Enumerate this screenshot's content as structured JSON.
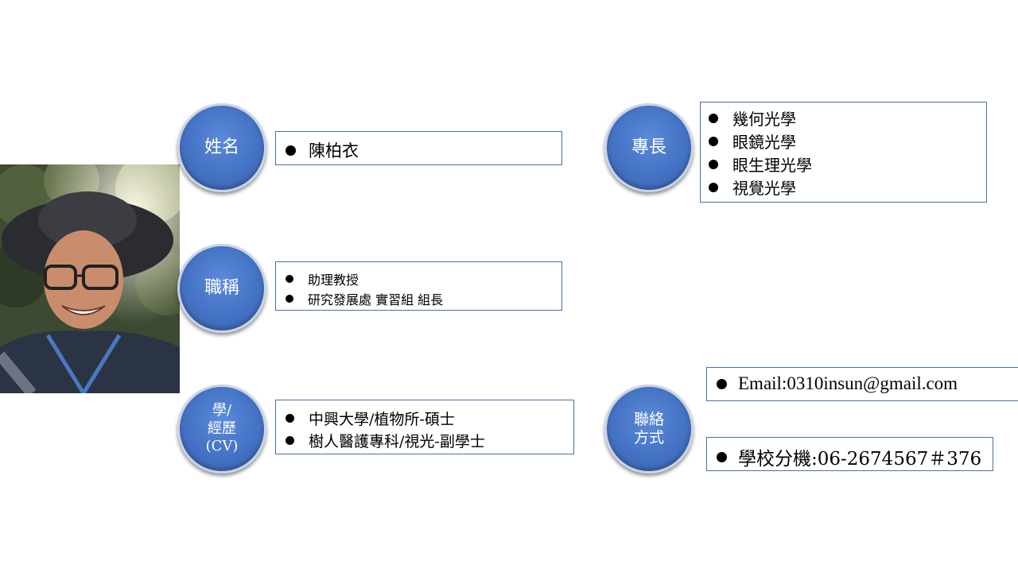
{
  "sections": {
    "name": {
      "title_lines": [
        "姓名"
      ],
      "items": [
        "陳柏衣"
      ]
    },
    "job_title": {
      "title_lines": [
        "職稱"
      ],
      "items": [
        "助理教授",
        "研究發展處 實習組 組長"
      ]
    },
    "education": {
      "title_lines": [
        "學/",
        "經歷",
        "(CV)"
      ],
      "items": [
        "中興大學/植物所-碩士",
        "樹人醫護專科/視光-副學士"
      ]
    },
    "expertise": {
      "title_lines": [
        "專長"
      ],
      "items": [
        "幾何光學",
        "眼鏡光學",
        "眼生理光學",
        "視覺光學"
      ]
    },
    "contact": {
      "title_lines": [
        "聯絡",
        "方式"
      ],
      "email": "Email:0310insun@gmail.com",
      "phone": "學校分機:06-2674567＃376"
    }
  },
  "colors": {
    "circle_fill": "#4472c4",
    "box_border": "#4a6fa8",
    "bullet": "#000000"
  },
  "photo": {
    "icon": "portrait-photo"
  }
}
